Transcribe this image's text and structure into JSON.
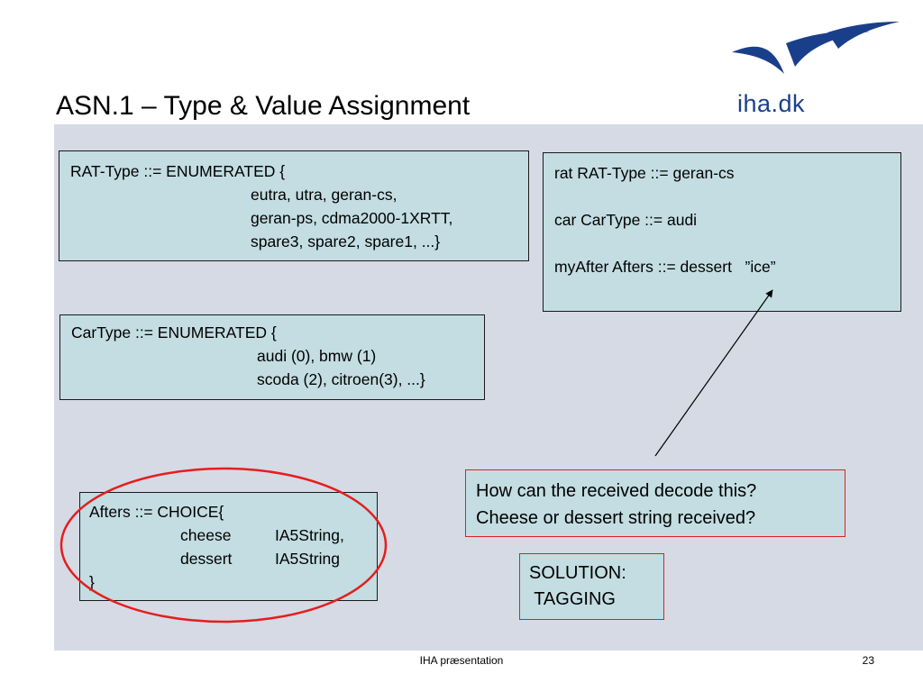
{
  "slide": {
    "title": "ASN.1 – Type & Value Assignment",
    "logo_text": "iha.dk"
  },
  "rat_type": {
    "line1": "RAT-Type ::= ENUMERATED {",
    "line2": "eutra, utra, geran-cs,",
    "line3": "geran-ps, cdma2000-1XRTT,",
    "line4": "spare3, spare2, spare1, ...}"
  },
  "values": {
    "line1": "rat RAT-Type ::= geran-cs",
    "line2": "car CarType ::= audi",
    "line3": "myAfter Afters ::= dessert   ”ice”"
  },
  "car_type": {
    "line1": "CarType ::= ENUMERATED {",
    "line2": "audi (0), bmw (1)",
    "line3": "scoda (2), citroen(3), ...}"
  },
  "afters": {
    "line1": "Afters ::= CHOICE{",
    "cheese_name": "cheese",
    "cheese_type": "IA5String,",
    "dessert_name": "dessert",
    "dessert_type": "IA5String",
    "close": "}"
  },
  "question": {
    "line1": "How can the received decode this?",
    "line2": "Cheese or dessert string received?"
  },
  "solution": {
    "line1": "SOLUTION:",
    "line2": " TAGGING"
  },
  "footer": {
    "center": "IHA præsentation",
    "page": "23"
  },
  "colors": {
    "content_background": "#d6dae5",
    "box_fill": "#c3dde2",
    "highlight_red": "#e41e1e",
    "logo_blue": "#1a3f8a"
  }
}
